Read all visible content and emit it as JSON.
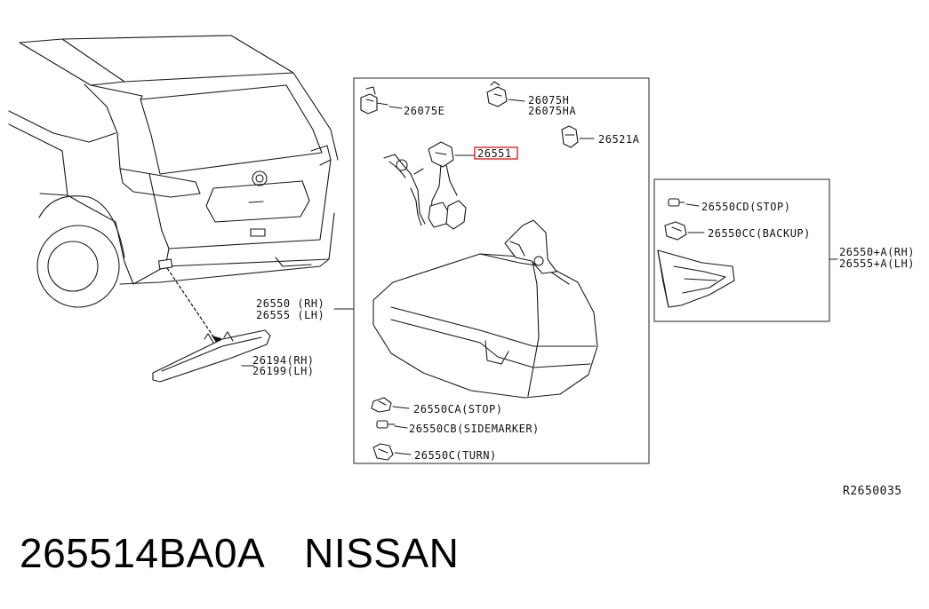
{
  "labels": {
    "p26075e": "26075E",
    "p26075h": "26075H",
    "p26075ha": "26075HA",
    "p26521a": "26521A",
    "p26551": "26551",
    "p26550_rh": "26550 (RH)",
    "p26555_lh": "26555 (LH)",
    "p26194_rh": "26194(RH)",
    "p26199_lh": "26199(LH)",
    "p26550cd": "26550CD(STOP)",
    "p26550cc": "26550CC(BACKUP)",
    "p26550a_rh": "26550+A(RH)",
    "p26555a_lh": "26555+A(LH)",
    "p26550ca": "26550CA(STOP)",
    "p26550cb": "26550CB(SIDEMARKER)",
    "p26550c": "26550C(TURN)"
  },
  "diagram_ref": "R2650035",
  "part_number": "265514BA0A",
  "brand": "NISSAN",
  "highlight_color": "#e01010",
  "icons": [
    "clip-icon",
    "socket-icon",
    "bulb-icon",
    "nut-icon"
  ]
}
